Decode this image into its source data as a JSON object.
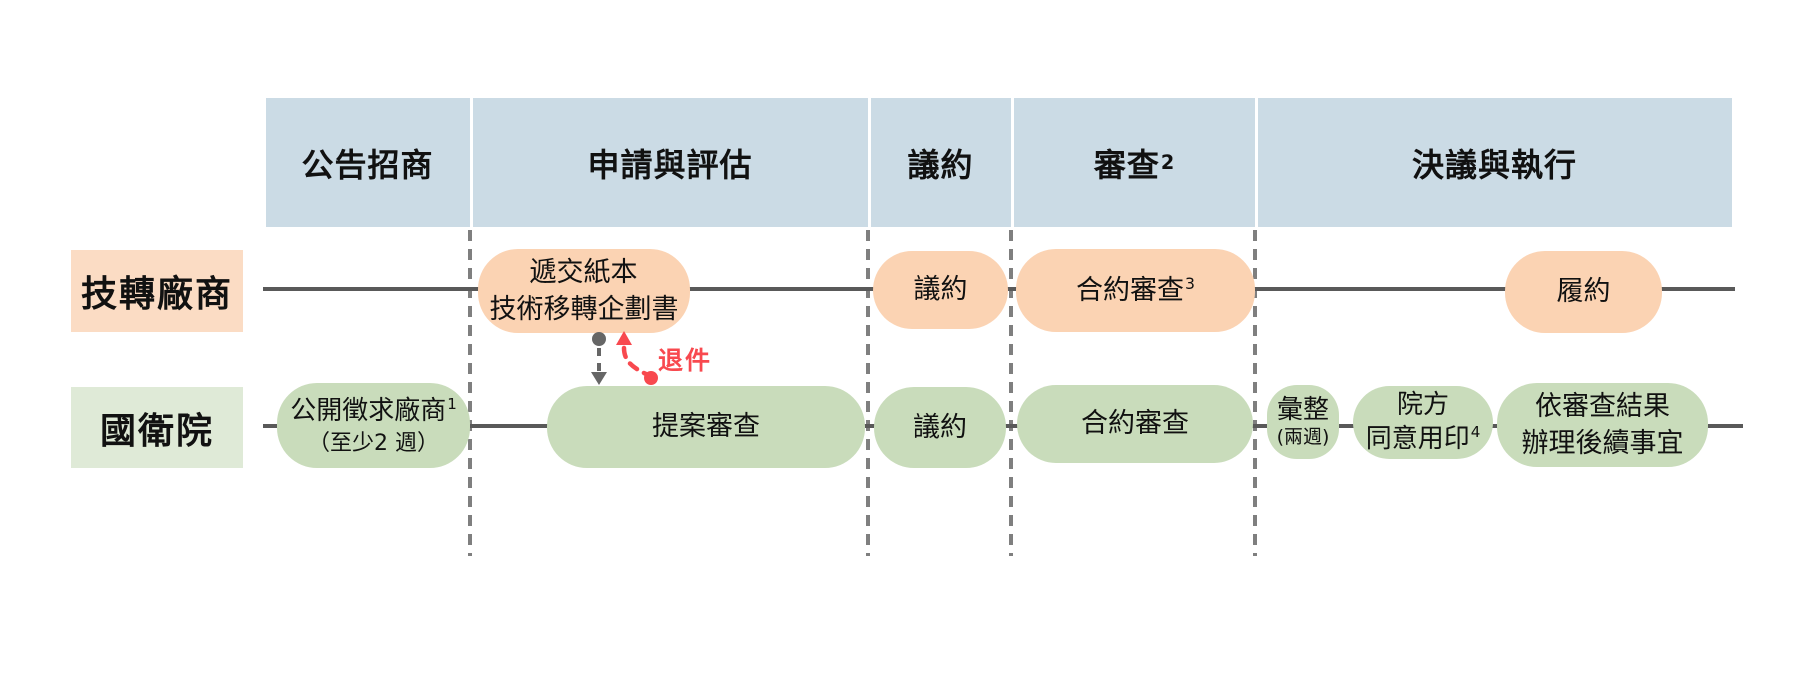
{
  "header": {
    "columns": [
      {
        "label": "公告招商",
        "sup": ""
      },
      {
        "label": "申請與評估",
        "sup": ""
      },
      {
        "label": "議約",
        "sup": ""
      },
      {
        "label": "審查",
        "sup": "2"
      },
      {
        "label": "決議與執行",
        "sup": ""
      }
    ]
  },
  "lanes": {
    "vendor": {
      "label": "技轉廠商"
    },
    "nhri": {
      "label": "國衛院"
    }
  },
  "vendor_boxes": [
    {
      "line1": "遞交紙本",
      "line2": "技術移轉企劃書"
    },
    {
      "line1": "議約"
    },
    {
      "line1": "合約審查",
      "line1_sup": "3"
    },
    {
      "line1": "履約"
    }
  ],
  "nhri_boxes": [
    {
      "line1": "公開徵求廠商",
      "line1_sup": "1",
      "line2": "（至少2 週）"
    },
    {
      "line1": "提案審查"
    },
    {
      "line1": "議約"
    },
    {
      "line1": "合約審查"
    },
    {
      "line1": "彙整",
      "line2": "(兩週)"
    },
    {
      "line1": "院方",
      "line2": "同意用印",
      "line2_sup": "4"
    },
    {
      "line1": "依審查結果",
      "line2": "辦理後續事宜"
    }
  ],
  "annotations": {
    "reject_label": "退件"
  },
  "colors": {
    "header_bg": "#cbdbe5",
    "vendor_label_bg": "#fbdcc4",
    "vendor_box_bg": "#fbd3b3",
    "nhri_label_bg": "#dfead7",
    "nhri_box_bg": "#c9dcbb",
    "lane_line": "#595959",
    "divider_dash": "#7f7f7f",
    "arrow_gray": "#666666",
    "arrow_red": "#f8494f",
    "text": "#111111"
  }
}
